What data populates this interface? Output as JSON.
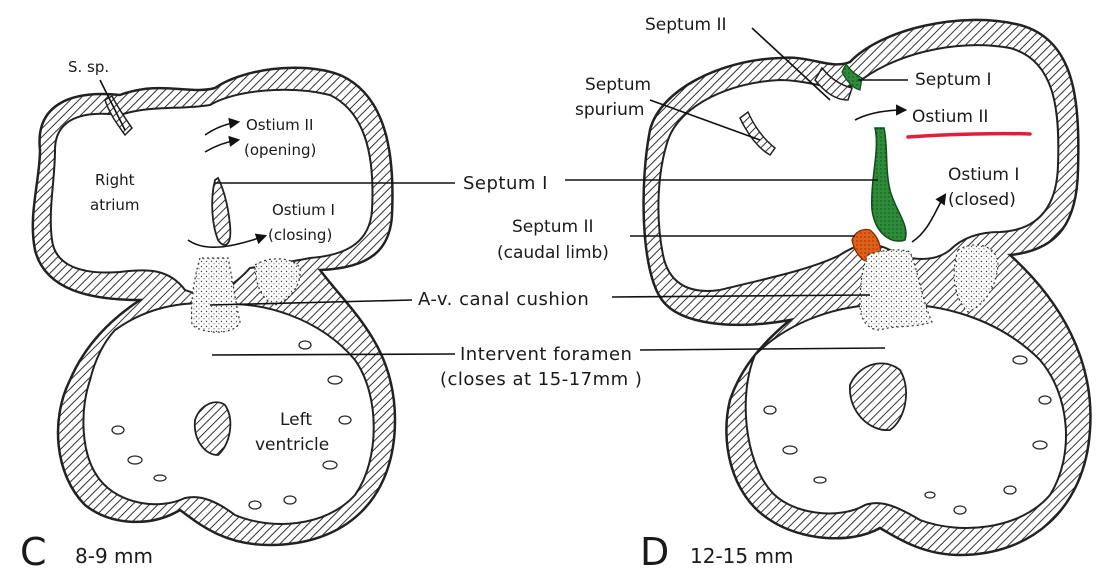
{
  "colors": {
    "septum_I_green": "#2e8b3a",
    "septum_II_orange": "#e0601a",
    "underline_red": "#e0203a",
    "ink": "#1a1a1a"
  },
  "center_labels": {
    "septum_I": "Septum I",
    "av_canal_cushion": "A-v. canal cushion",
    "intervent_foramen_line1": "Intervent foramen",
    "intervent_foramen_line2": "(closes at 15-17mm )"
  },
  "panel_c": {
    "letter": "C",
    "size": "8-9 mm",
    "s_sp": "S. sp.",
    "right_atrium_line1": "Right",
    "right_atrium_line2": "atrium",
    "ostium_ii_line1": "Ostium II",
    "ostium_ii_line2": "(opening)",
    "ostium_i_line1": "Ostium I",
    "ostium_i_line2": "(closing)",
    "left_ventricle_line1": "Left",
    "left_ventricle_line2": "ventricle"
  },
  "panel_d": {
    "letter": "D",
    "size": "12-15 mm",
    "septum_ii_top": "Septum II",
    "septum_spurium_line1": "Septum",
    "septum_spurium_line2": "spurium",
    "septum_i": "Septum I",
    "ostium_ii": "Ostium II",
    "ostium_i_line1": "Ostium I",
    "ostium_i_line2": "(closed)",
    "septum_ii_caudal_line1": "Septum II",
    "septum_ii_caudal_line2": "(caudal limb)"
  }
}
